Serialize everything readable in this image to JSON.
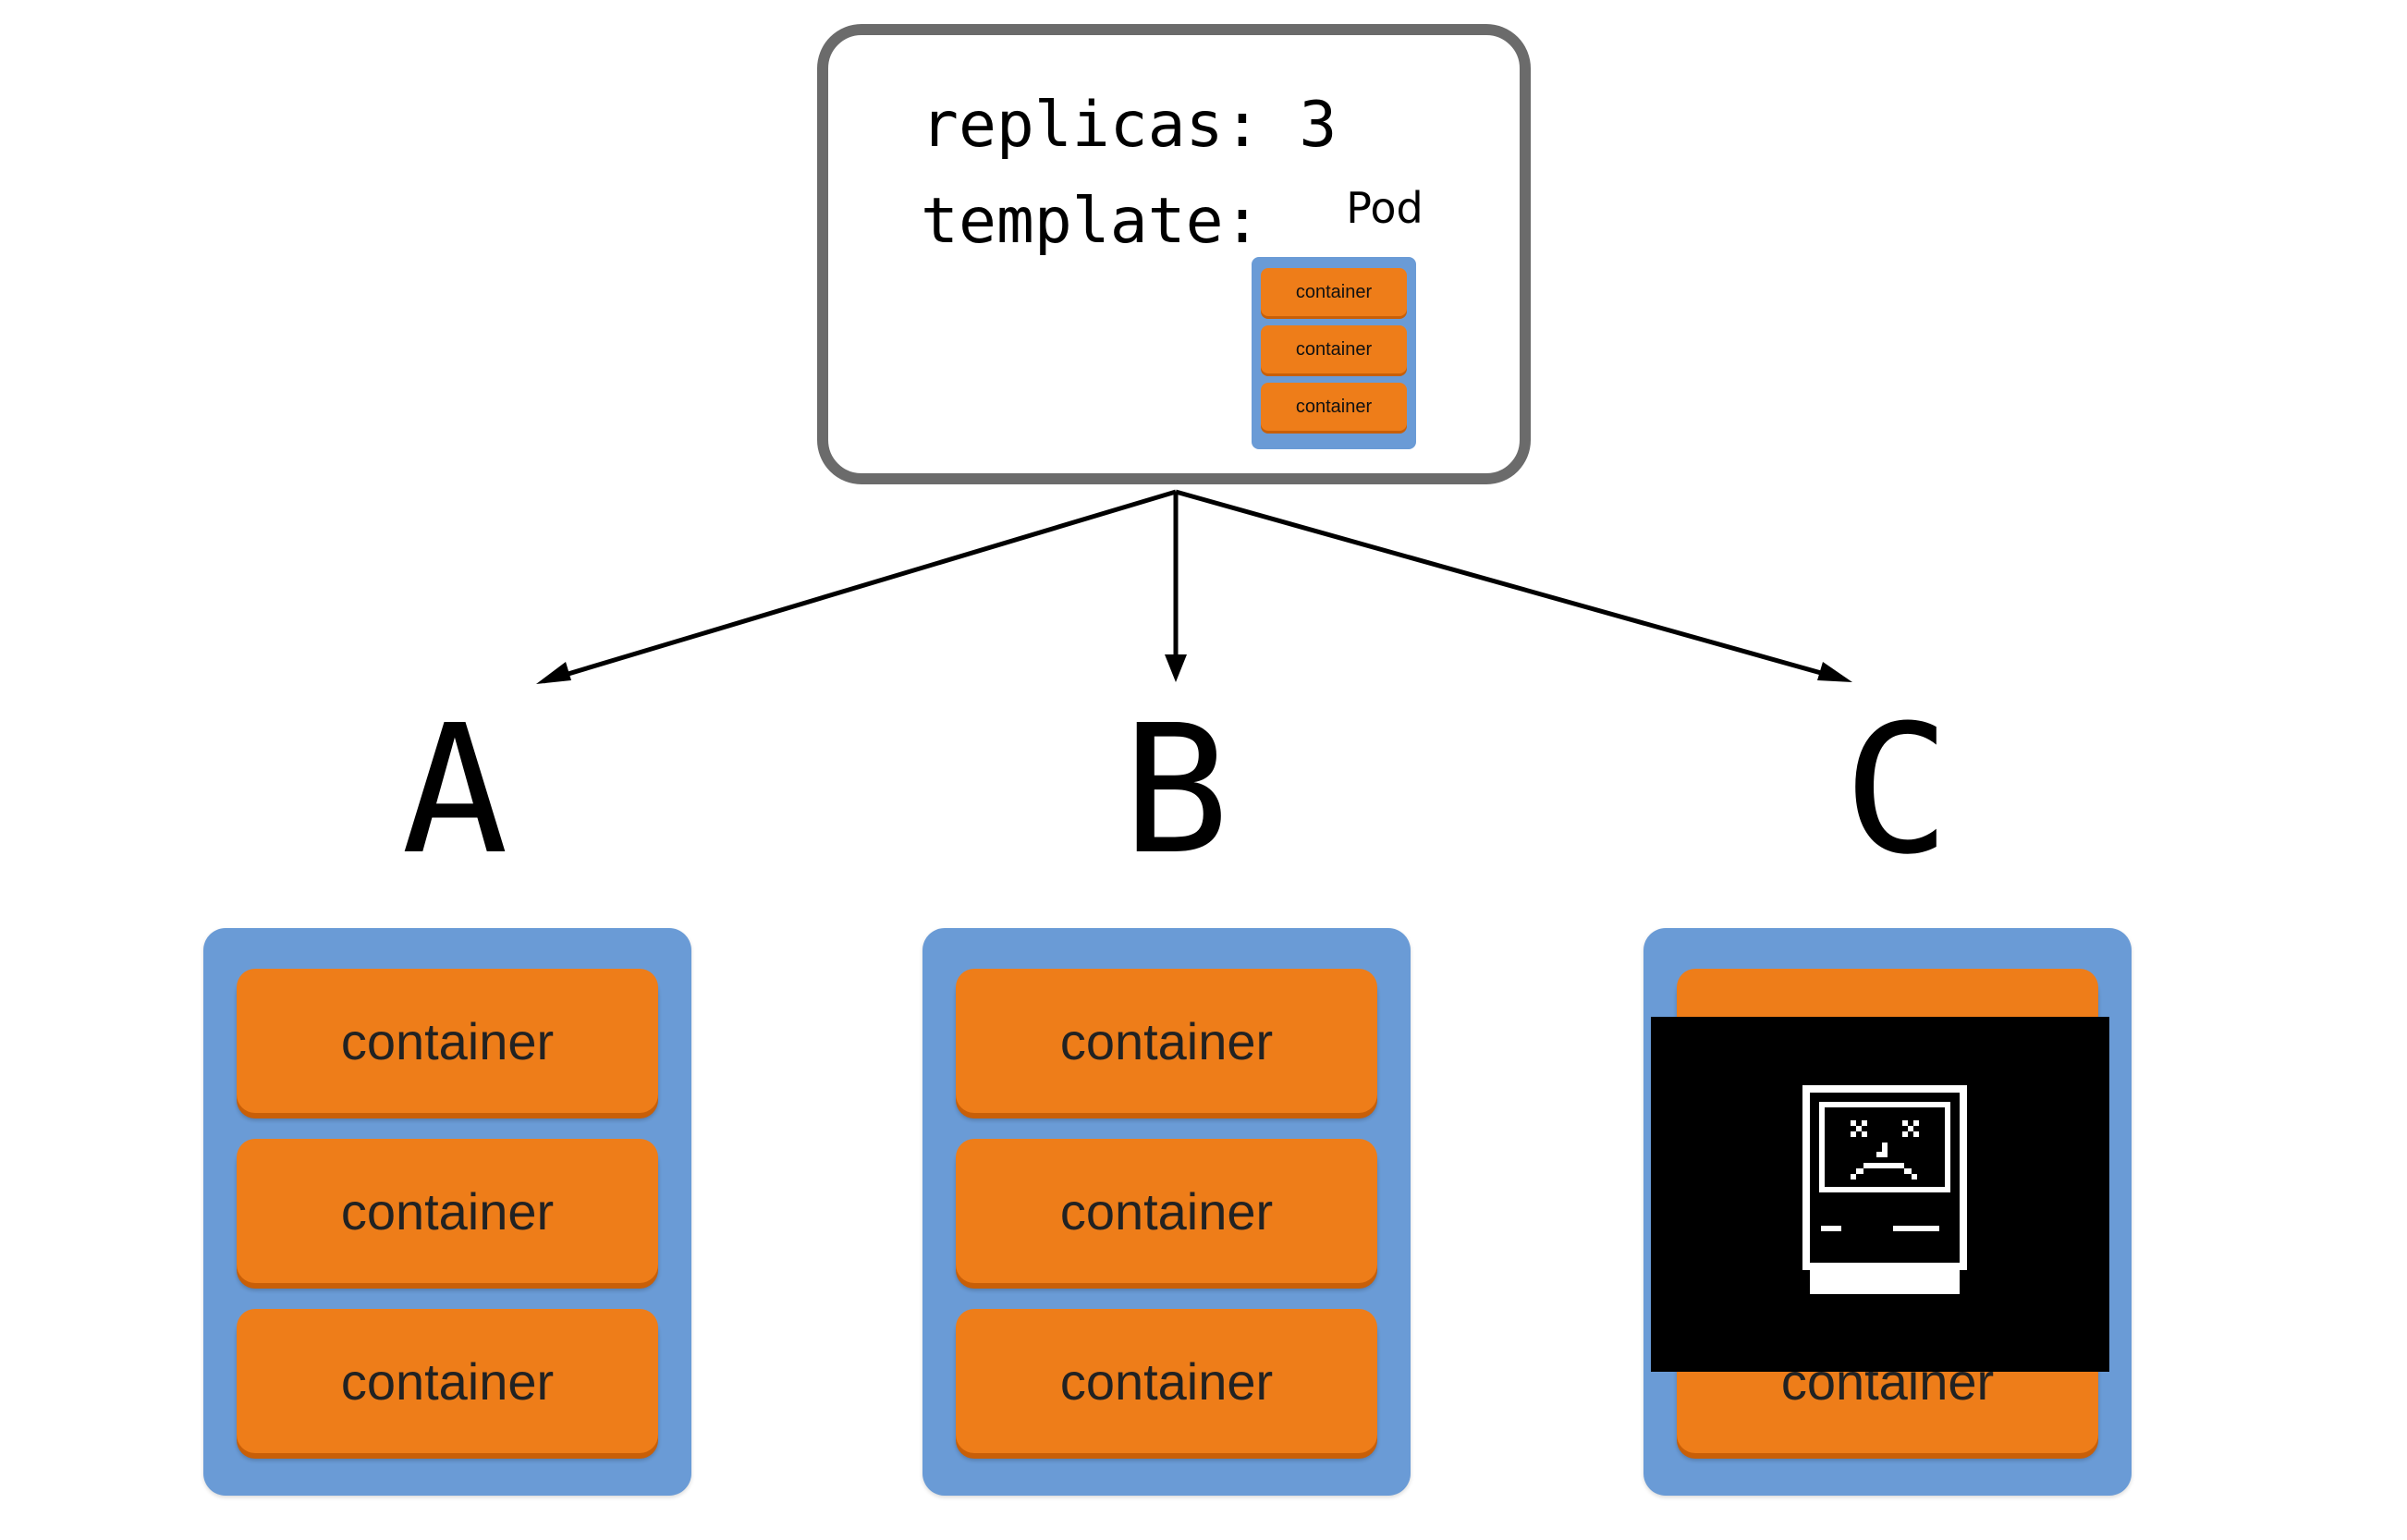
{
  "spec": {
    "replicas_line": "replicas: 3",
    "template_line": "template:",
    "pod_label": "Pod",
    "mini_containers": [
      "container",
      "container",
      "container"
    ]
  },
  "replicas": [
    {
      "letter": "A",
      "containers": [
        "container",
        "container",
        "container"
      ]
    },
    {
      "letter": "B",
      "containers": [
        "container",
        "container",
        "container"
      ]
    },
    {
      "letter": "C",
      "containers": [
        "",
        "",
        "container"
      ]
    }
  ],
  "colors": {
    "pod_blue": "#6a9bd6",
    "container_orange": "#ee7d19",
    "box_border": "#6b6b6b"
  },
  "icons": {
    "crash": "sad-mac-icon"
  }
}
